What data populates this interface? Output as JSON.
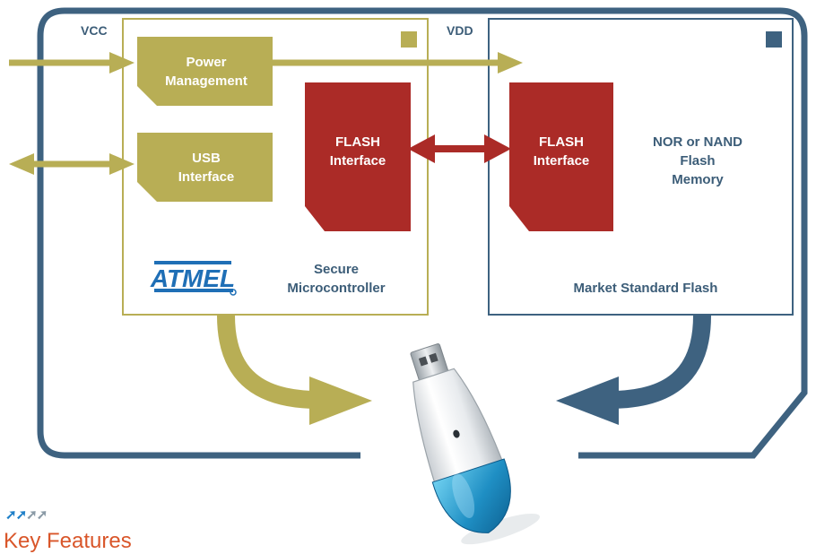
{
  "labels": {
    "vcc": "VCC",
    "vdd": "VDD",
    "power_management": [
      "Power",
      "Management"
    ],
    "usb_interface": [
      "USB",
      "Interface"
    ],
    "flash_interface_left": [
      "FLASH",
      "Interface"
    ],
    "flash_interface_right": [
      "FLASH",
      "Interface"
    ],
    "nor_nand": [
      "NOR or NAND",
      "Flash",
      "Memory"
    ],
    "secure_microcontroller": [
      "Secure",
      "Microcontroller"
    ],
    "market_standard_flash": "Market Standard Flash",
    "atmel_logo_text": "ATMEL"
  },
  "footer": {
    "section_title": "Key Features"
  },
  "colors": {
    "frame_blue": "#3e6280",
    "olive": "#b8ae55",
    "red": "#ab2b27",
    "label_blue": "#3c5d78",
    "atmel_blue": "#1f6fb6",
    "accent_orange": "#d9562a"
  },
  "icons": {
    "atmel_logo": "atmel-logo",
    "usb_stick": "usb-flash-drive-icon",
    "nav_arrows": "double-arrow-icon"
  }
}
